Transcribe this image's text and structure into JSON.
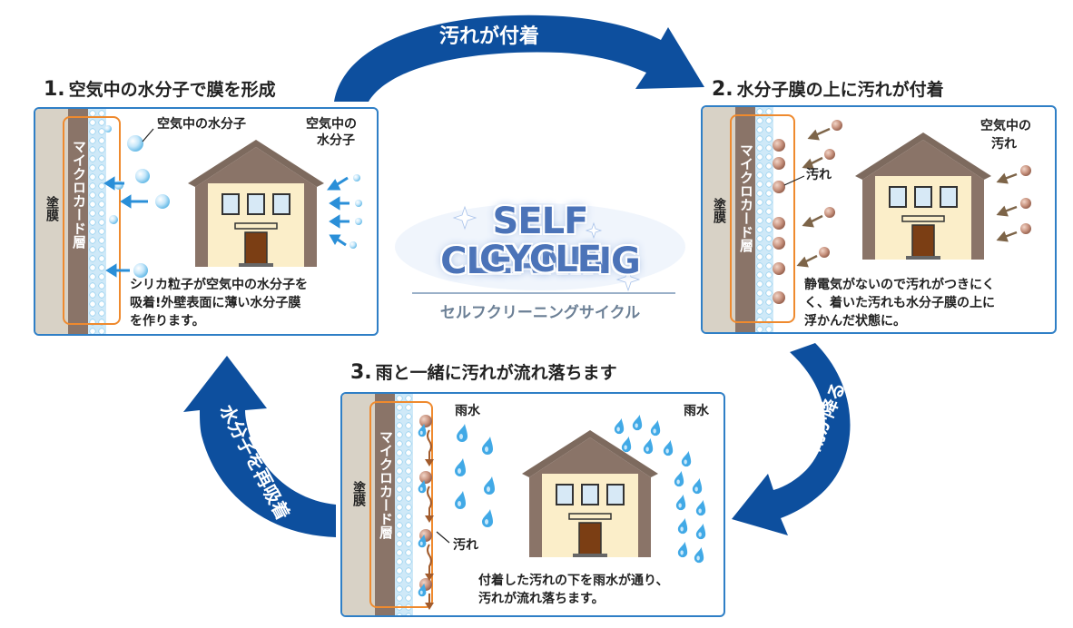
{
  "center": {
    "title_line1": "SELF CLEANING",
    "title_line2": "CYCLE",
    "subtitle": "セルフクリーニングサイクル"
  },
  "arrows": {
    "top": "汚れが付着",
    "right": "雨が降る",
    "left": "水分子を再吸着"
  },
  "step1": {
    "num": "1.",
    "title": "空気中の水分子で膜を形成",
    "paint_label": "塗膜",
    "guard_label": "マイクロカード層",
    "callout": "空気中の水分子",
    "side_label_1": "空気中の",
    "side_label_2": "水分子",
    "desc_line1": "シリカ粒子が空気中の水分子を",
    "desc_line2": "吸着!外壁表面に薄い水分子膜",
    "desc_line3": "を作ります。"
  },
  "step2": {
    "num": "2.",
    "title": "水分子膜の上に汚れが付着",
    "paint_label": "塗膜",
    "guard_label": "マイクロカード層",
    "callout": "汚れ",
    "side_label_1": "空気中の",
    "side_label_2": "汚れ",
    "desc_line1": "静電気がないので汚れがつきにく",
    "desc_line2": "く、着いた汚れも水分子膜の上に",
    "desc_line3": "浮かんだ状態に。"
  },
  "step3": {
    "num": "3.",
    "title": "雨と一緒に汚れが流れ落ちます",
    "paint_label": "塗膜",
    "guard_label": "マイクロカード層",
    "callout": "汚れ",
    "rain_label_1": "雨水",
    "rain_label_2": "雨水",
    "desc_line1": "付着した汚れの下を雨水が通り、",
    "desc_line2": "汚れが流れ落ちます。"
  },
  "colors": {
    "arrow_blue": "#0d4f9e",
    "panel_border": "#2f7fc6",
    "orange": "#ef8a2e",
    "dirt": "#c48d78",
    "water": "#41a9e6"
  },
  "icons": [
    "house-icon",
    "water-molecule-icon",
    "dirt-particle-icon",
    "raindrop-icon",
    "arrow-icon"
  ]
}
